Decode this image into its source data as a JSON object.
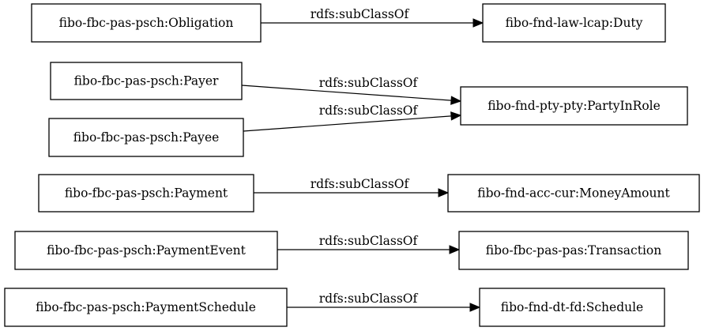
{
  "nodes": [
    {
      "id": "obligation",
      "label": "fibo-fbc-pas-psch:Obligation"
    },
    {
      "id": "duty",
      "label": "fibo-fnd-law-lcap:Duty"
    },
    {
      "id": "payer",
      "label": "fibo-fbc-pas-psch:Payer"
    },
    {
      "id": "partyinrole",
      "label": "fibo-fnd-pty-pty:PartyInRole"
    },
    {
      "id": "payee",
      "label": "fibo-fbc-pas-psch:Payee"
    },
    {
      "id": "payment",
      "label": "fibo-fbc-pas-psch:Payment"
    },
    {
      "id": "moneyamount",
      "label": "fibo-fnd-acc-cur:MoneyAmount"
    },
    {
      "id": "paymentevent",
      "label": "fibo-fbc-pas-psch:PaymentEvent"
    },
    {
      "id": "transaction",
      "label": "fibo-fbc-pas-pas:Transaction"
    },
    {
      "id": "paymentschedule",
      "label": "fibo-fbc-pas-psch:PaymentSchedule"
    },
    {
      "id": "schedule",
      "label": "fibo-fnd-dt-fd:Schedule"
    }
  ],
  "edges": [
    {
      "from": "obligation",
      "to": "duty",
      "label": "rdfs:subClassOf"
    },
    {
      "from": "payer",
      "to": "partyinrole",
      "label": "rdfs:subClassOf"
    },
    {
      "from": "payee",
      "to": "partyinrole",
      "label": "rdfs:subClassOf"
    },
    {
      "from": "payment",
      "to": "moneyamount",
      "label": "rdfs:subClassOf"
    },
    {
      "from": "paymentevent",
      "to": "transaction",
      "label": "rdfs:subClassOf"
    },
    {
      "from": "paymentschedule",
      "to": "schedule",
      "label": "rdfs:subClassOf"
    }
  ]
}
